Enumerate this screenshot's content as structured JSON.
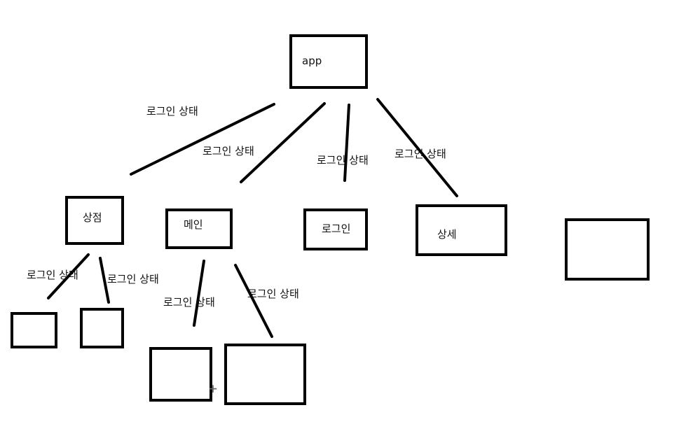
{
  "nodes": {
    "app": "app",
    "shop": "상점",
    "main": "메인",
    "login": "로그인",
    "detail": "상세",
    "empty": ""
  },
  "edge_labels": {
    "app_shop_a": "로그인 상태",
    "app_main": "로그인 상태",
    "app_login": "로그인 상태",
    "app_detail": "로그인 상태",
    "shop_left": "로그인 상태",
    "shop_right": "로그인 상태",
    "main_left": "로그인 상태",
    "main_right": "로그인 상태"
  },
  "colors": {
    "stroke": "#000000",
    "background": "#ffffff"
  },
  "icons": {
    "cursor": "crosshair-cursor-icon"
  }
}
